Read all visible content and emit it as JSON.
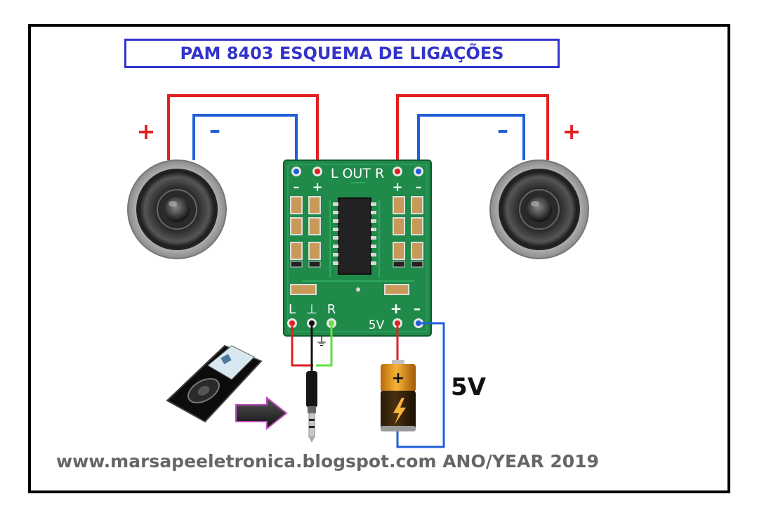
{
  "title": "PAM 8403 ESQUEMA DE LIGAÇÕES",
  "footer": "www.marsapeeletronica.blogspot.com  ANO/YEAR 2019",
  "left_speaker": {
    "plus": "+",
    "minus": "–"
  },
  "right_speaker": {
    "plus": "+",
    "minus": "–"
  },
  "board": {
    "out_label": "L OUT R",
    "out_left_minus": "–",
    "out_left_plus": "+",
    "out_right_plus": "+",
    "out_right_minus": "–",
    "in_left": "L",
    "in_ground": "⊥",
    "in_right": "R",
    "power_label": "5V",
    "power_plus": "+",
    "power_minus": "–"
  },
  "jack_ground_symbol": "⏚",
  "supply_voltage": "5V",
  "battery_plus": "+",
  "colors": {
    "red_wire": "#e02020",
    "blue_wire": "#2060d8",
    "green_wire": "#60e040",
    "title_blue": "#3333cc",
    "pcb_green": "#1f8a4a"
  }
}
